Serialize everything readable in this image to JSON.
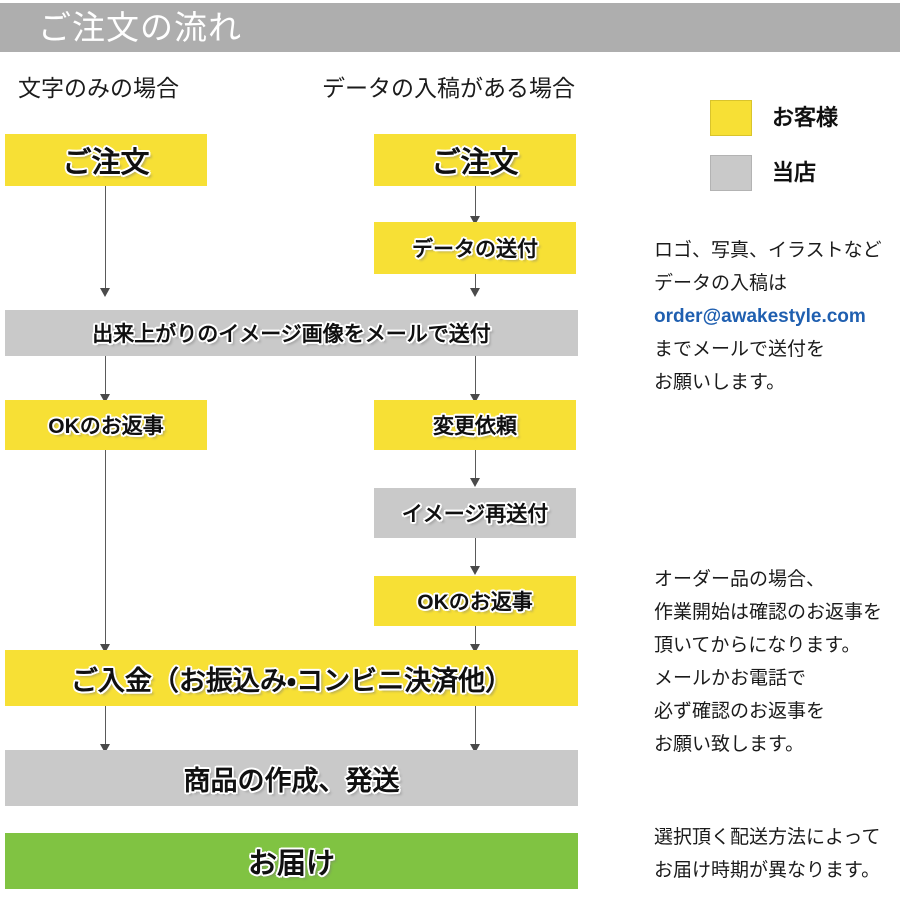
{
  "header": {
    "title": "ご注文の流れ"
  },
  "columns": {
    "left_caption": "文字のみの場合",
    "right_caption": "データの入稿がある場合"
  },
  "legend": {
    "items": [
      {
        "label": "お客様",
        "color": "#F7E035",
        "swatch_name": "customer-swatch"
      },
      {
        "label": "当店",
        "color": "#C9C9C9",
        "swatch_name": "shop-swatch"
      }
    ]
  },
  "flow": {
    "left": [
      {
        "label": "ご注文",
        "role": "customer"
      },
      {
        "label": "OKのお返事",
        "role": "customer"
      }
    ],
    "right": [
      {
        "label": "ご注文",
        "role": "customer"
      },
      {
        "label": "データの送付",
        "role": "customer"
      },
      {
        "label": "変更依頼",
        "role": "customer"
      },
      {
        "label": "イメージ再送付",
        "role": "shop"
      },
      {
        "label": "OKのお返事",
        "role": "customer"
      }
    ],
    "wide": [
      {
        "label": "出来上がりのイメージ画像をメールで送付",
        "role": "shop"
      },
      {
        "label": "ご入金（お振込み・コンビニ決済他）",
        "role": "customer"
      },
      {
        "label": "商品の作成、発送",
        "role": "shop"
      },
      {
        "label": "お届け",
        "role": "deliver"
      }
    ]
  },
  "notes": {
    "data_submission": {
      "line1": "ロゴ、写真、イラストなど",
      "line2": "データの入稿は",
      "email": "order@awakestyle.com",
      "line4": "までメールで送付を",
      "line5": "お願いします。"
    },
    "order_confirmation": {
      "line1": "オーダー品の場合、",
      "line2": "作業開始は確認のお返事を",
      "line3": "頂いてからになります。",
      "line4": "メールかお電話で",
      "line5": "必ず確認のお返事を",
      "line6": "お願い致します。"
    },
    "shipping": {
      "line1": "選択頂く配送方法によって",
      "line2": "お届け時期が異なります。"
    }
  },
  "colors": {
    "header_gray": "#AEAEAE",
    "customer_yellow": "#F7E035",
    "shop_gray": "#C9C9C9",
    "deliver_green": "#80C342",
    "email_blue": "#1F5FB0"
  }
}
